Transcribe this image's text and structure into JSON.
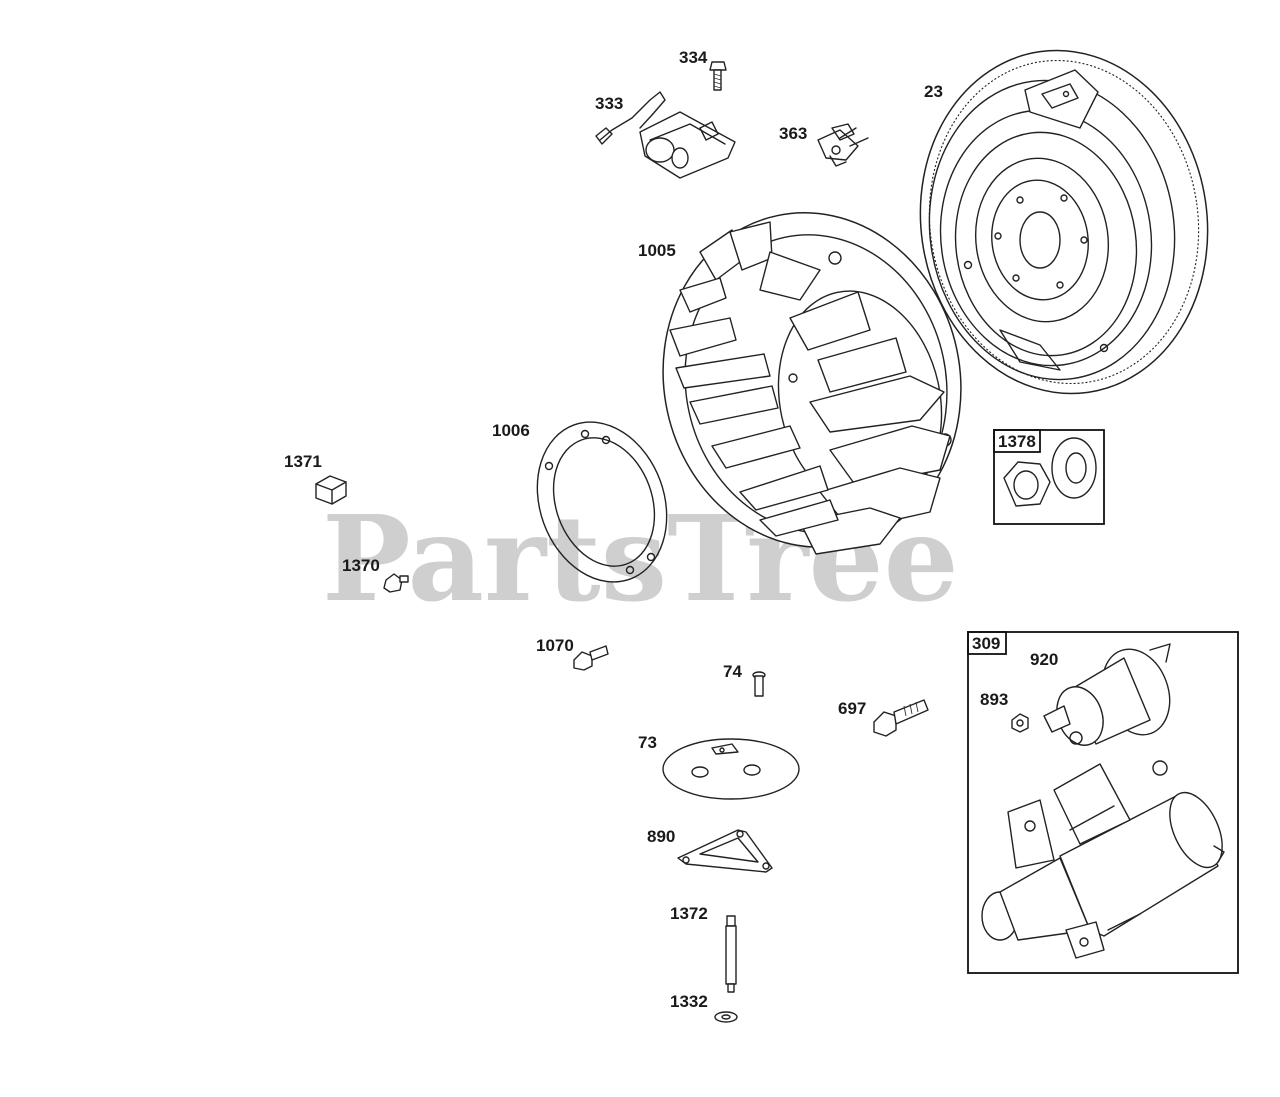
{
  "watermark": "PartsTree",
  "labels": {
    "p334": "334",
    "p333": "333",
    "p363": "363",
    "p23": "23",
    "p1005": "1005",
    "p1006": "1006",
    "p1371": "1371",
    "p1370": "1370",
    "p1378": "1378",
    "p1070": "1070",
    "p74": "74",
    "p697": "697",
    "p73": "73",
    "p890": "890",
    "p1372": "1372",
    "p1332": "1332",
    "p309": "309",
    "p920": "920",
    "p893": "893"
  }
}
